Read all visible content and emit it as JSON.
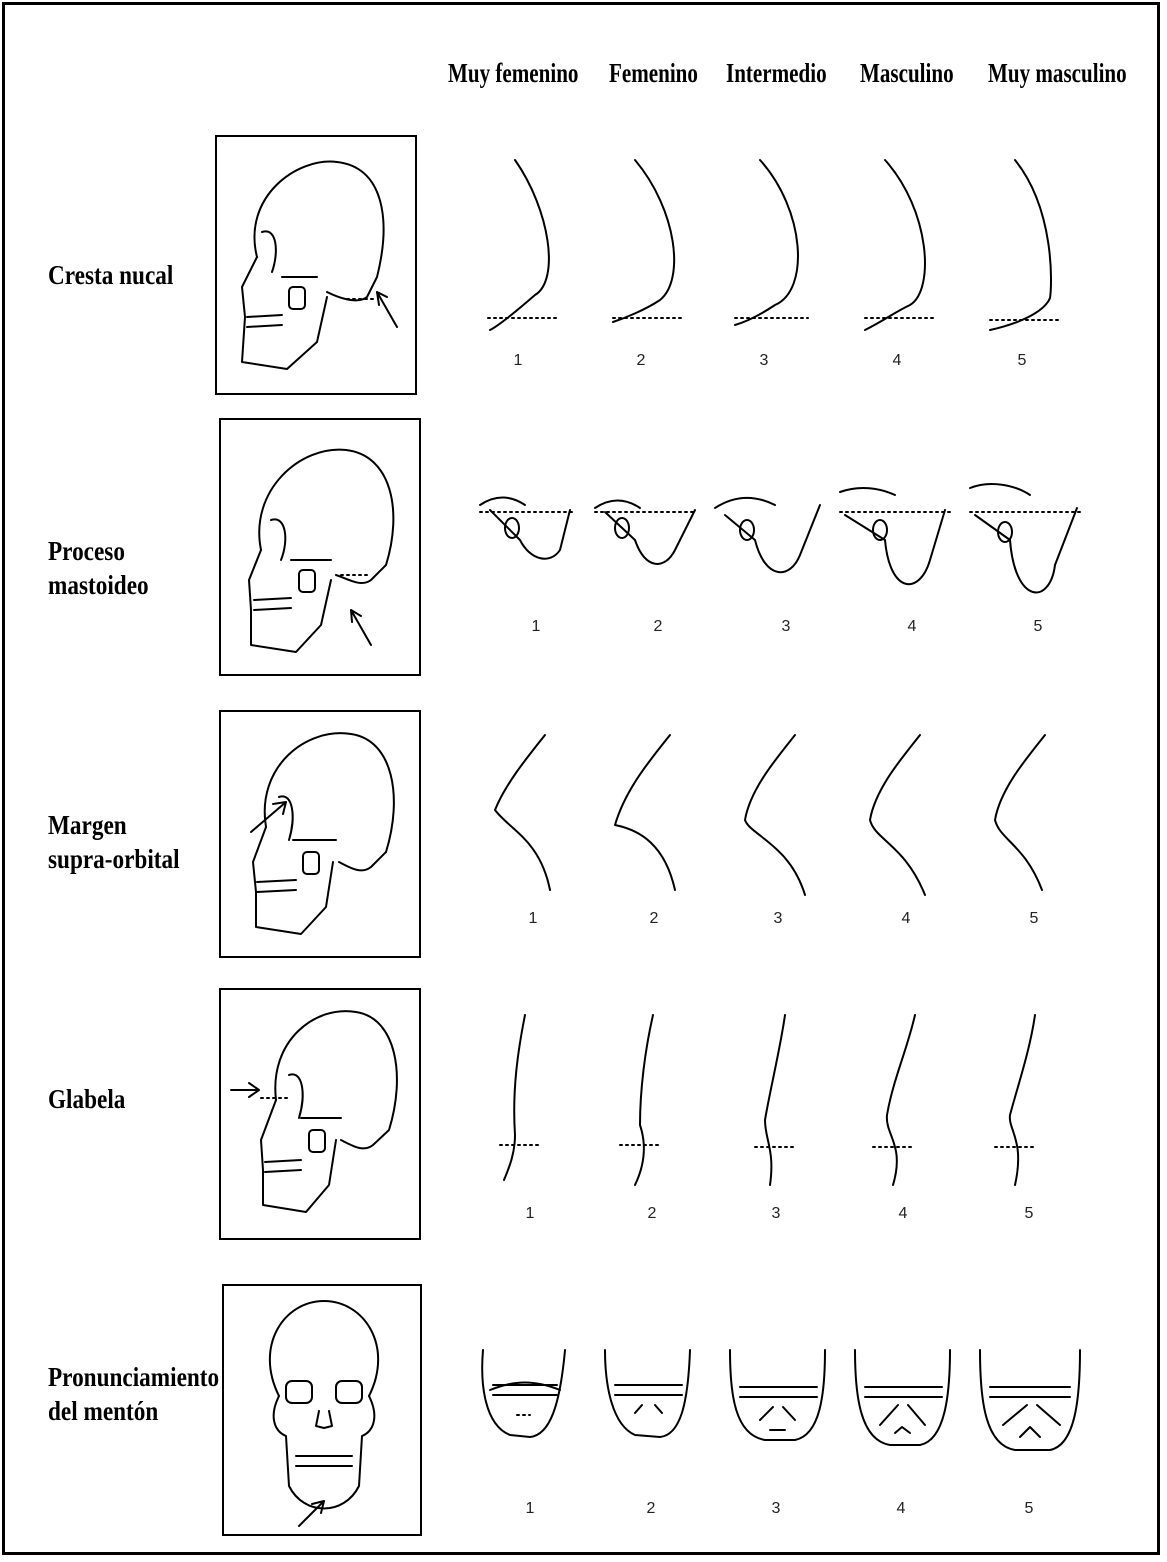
{
  "column_headers": [
    "Muy femenino",
    "Femenino",
    "Intermedio",
    "Masculino",
    "Muy masculino"
  ],
  "rows": [
    {
      "label_lines": [
        "Cresta nucal"
      ],
      "scores": [
        "1",
        "2",
        "3",
        "4",
        "5"
      ]
    },
    {
      "label_lines": [
        "Proceso",
        "mastoideo"
      ],
      "scores": [
        "1",
        "2",
        "3",
        "4",
        "5"
      ]
    },
    {
      "label_lines": [
        "Margen",
        "supra-orbital"
      ],
      "scores": [
        "1",
        "2",
        "3",
        "4",
        "5"
      ]
    },
    {
      "label_lines": [
        "Glabela"
      ],
      "scores": [
        "1",
        "2",
        "3",
        "4",
        "5"
      ]
    },
    {
      "label_lines": [
        "Pronunciamiento",
        "del mentón"
      ],
      "scores": [
        "1",
        "2",
        "3",
        "4",
        "5"
      ]
    }
  ]
}
